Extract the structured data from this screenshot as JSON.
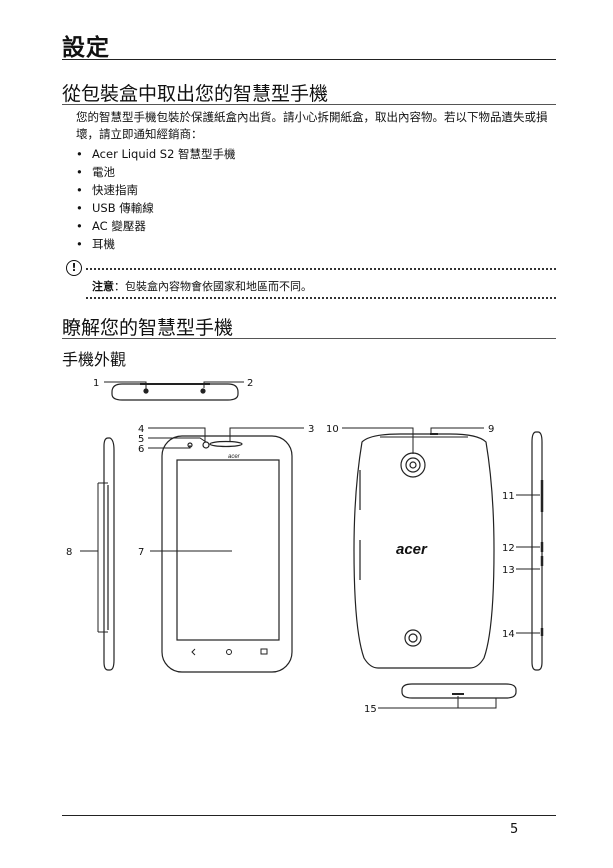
{
  "section_title": "設定",
  "unpack": {
    "heading": "從包裝盒中取出您的智慧型手機",
    "paragraph": "您的智慧型手機包裝於保護紙盒內出貨。請小心拆開紙盒，取出內容物。若以下物品遺失或損壞，請立即通知經銷商：",
    "items": [
      "Acer Liquid S2 智慧型手機",
      "電池",
      "快速指南",
      "USB 傳輸線",
      "AC 變壓器",
      "耳機"
    ]
  },
  "note": {
    "icon": "exclamation-circle-icon",
    "label": "注意",
    "text": "：包裝盒內容物會依國家和地區而不同。"
  },
  "know_phone": {
    "heading": "瞭解您的智慧型手機",
    "subheading": "手機外觀",
    "callouts": [
      "1",
      "2",
      "3",
      "4",
      "5",
      "6",
      "7",
      "8",
      "9",
      "10",
      "11",
      "12",
      "13",
      "14",
      "15"
    ],
    "back_logo": "acer",
    "front_logo": "acer"
  },
  "page_number": "5"
}
